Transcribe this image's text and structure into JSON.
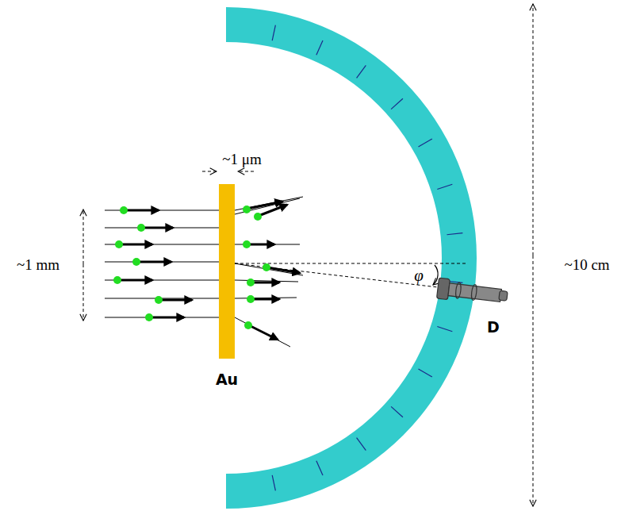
{
  "diagram": {
    "labels": [
      "~1 μm",
      "~1 mm",
      "~10 cm",
      "φ",
      "Au",
      "D"
    ]
  }
}
